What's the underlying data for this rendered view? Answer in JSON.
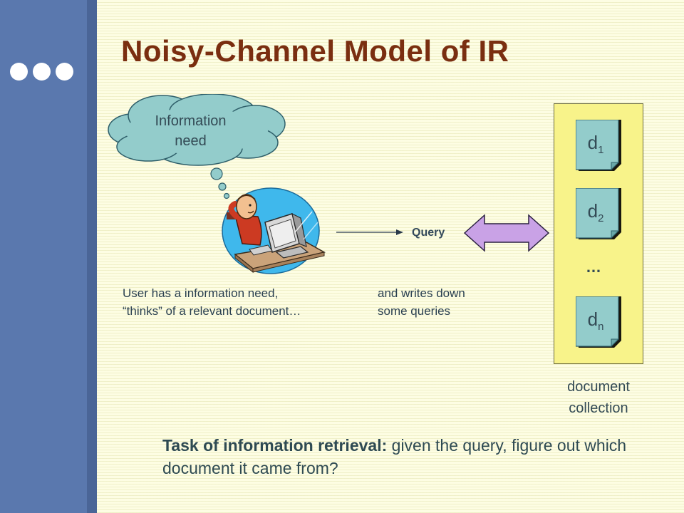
{
  "slide": {
    "title": "Noisy-Channel Model of IR"
  },
  "diagram": {
    "cloud_text_line1": "Information",
    "cloud_text_line2": "need",
    "query_label": "Query",
    "user_caption_line1": "User has a information need,",
    "user_caption_line2": "“thinks” of a relevant document…",
    "query_caption_line1": "and writes down",
    "query_caption_line2": "some queries",
    "documents": [
      {
        "base": "d",
        "sub": "1"
      },
      {
        "base": "d",
        "sub": "2"
      },
      {
        "base": "d",
        "sub": "n"
      }
    ],
    "ellipsis": "…",
    "collection_caption_line1": "document",
    "collection_caption_line2": "collection"
  },
  "task": {
    "lead": "Task of information retrieval:",
    "rest": " given the query, figure out which document it came from?"
  },
  "colors": {
    "background": "#fdfde3",
    "sidebar": "#5a78ae",
    "title": "#7a2e10",
    "cloud": "#93cccb",
    "collection": "#f8f38a",
    "double_arrow": "#c9a2e6"
  }
}
